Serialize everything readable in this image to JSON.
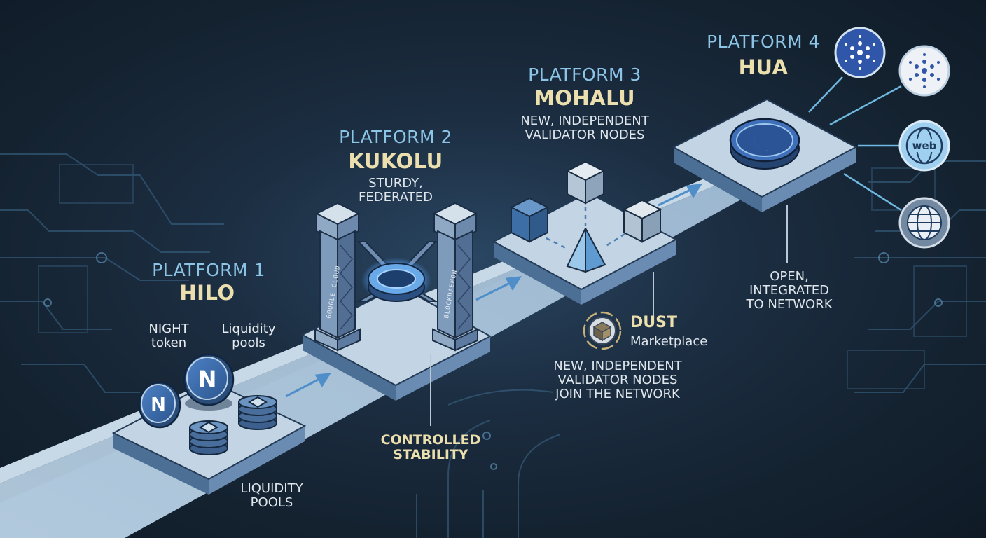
{
  "platforms": [
    {
      "label": "PLATFORM 1",
      "name": "HILO"
    },
    {
      "label": "PLATFORM 2",
      "name": "KUKOLU",
      "desc": [
        "STURDY,",
        "FEDERATED"
      ]
    },
    {
      "label": "PLATFORM 3",
      "name": "MOHALU",
      "desc": [
        "NEW, INDEPENDENT",
        "VALIDATOR NODES"
      ]
    },
    {
      "label": "PLATFORM 4",
      "name": "HUA"
    }
  ],
  "hilo": {
    "night_token": [
      "NIGHT",
      "token"
    ],
    "liquidity_pools": [
      "Liquidity",
      "pools"
    ],
    "liquidity_pools_below": [
      "LIQUIDITY",
      "POOLS"
    ],
    "coin_letter": "N"
  },
  "kukolu": {
    "pillar_left_text": "GOOGLE CLOUD",
    "pillar_right_text": "BLOCKDAEMON",
    "stability": [
      "CONTROLLED",
      "STABILITY"
    ]
  },
  "mohalu": {
    "dust_title": "DUST",
    "dust_sub": "Marketplace",
    "validators_join": [
      "NEW, INDEPENDENT",
      "VALIDATOR NODES",
      "JOIN THE NETWORK"
    ]
  },
  "hua": {
    "open_integrated": [
      "OPEN,",
      "INTEGRATED",
      "TO NETWORK"
    ],
    "network_icons": [
      "cardano-icon",
      "cardano-alt-icon",
      "web-icon",
      "globe-icon"
    ],
    "web_label": "web"
  },
  "colors": {
    "background": "#142230",
    "road": "#a9c3d9",
    "platform_top": "#c3d5e4",
    "accent_blue": "#3f6fb8",
    "label_blue": "#8cc4e6",
    "name_cream": "#ecdfae"
  }
}
